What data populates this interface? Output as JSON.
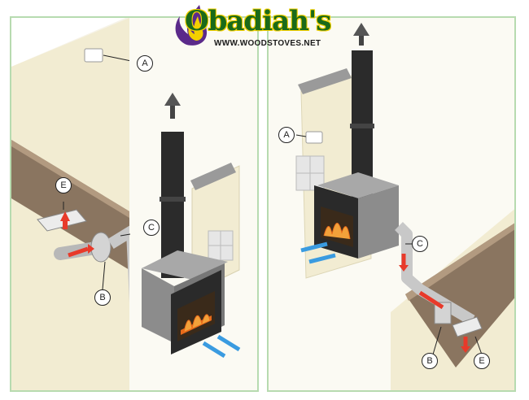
{
  "logo": {
    "brand": "Obadiah's",
    "url": "WWW.WOODSTOVES.NET"
  },
  "left_panel": {
    "callouts": [
      "A",
      "B",
      "C",
      "E"
    ]
  },
  "right_panel": {
    "callouts": [
      "A",
      "B",
      "C",
      "E"
    ]
  },
  "colors": {
    "frame": "#b7dbb0",
    "wall": "#f2ecd2",
    "floor": "#8a7560",
    "stove_body": "#8c8c8c",
    "stove_face": "#2a2a2a",
    "fire": "#e86a1a",
    "hot_arrow": "#e83a2a",
    "cool_arrow": "#3a9be0",
    "chimney": "#2b2b2b",
    "duct": "#c8c8c8",
    "brand_green": "#1a6a1a",
    "brand_yellow": "#f3d000",
    "brand_purple": "#5b2a8a"
  }
}
